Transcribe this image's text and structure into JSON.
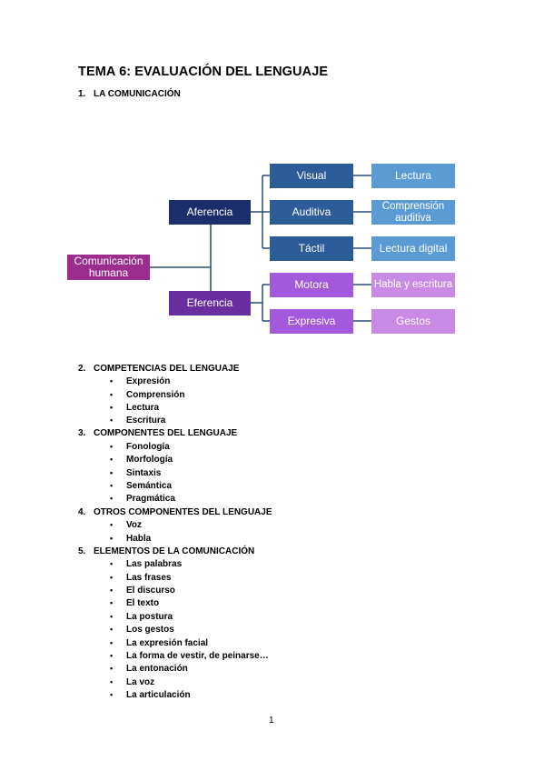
{
  "title": "TEMA 6: EVALUACIÓN DEL LENGUAJE",
  "section1": {
    "num": "1.",
    "label": "LA COMUNICACIÓN"
  },
  "diagram": {
    "root": "Comunicación humana",
    "afferent": "Aferencia",
    "efferent": "Eferencia",
    "visual": "Visual",
    "auditiva": "Auditiva",
    "tactil": "Táctil",
    "motora": "Motora",
    "expresiva": "Expresiva",
    "lectura": "Lectura",
    "comprension_auditiva": "Comprensión auditiva",
    "lectura_digital": "Lectura digital",
    "habla_escritura": "Habla y escritura",
    "gestos": "Gestos",
    "colors": {
      "root": "#9b2d8e",
      "aferencia": "#1a2e6b",
      "sense": "#2d5c9b",
      "output": "#5b9bd5",
      "eferencia": "#6a2ea0",
      "motor": "#a259dc",
      "motor_out": "#c98ae6",
      "line": "#2b4b6f"
    }
  },
  "sections": [
    {
      "num": "2.",
      "label": "COMPETENCIAS DEL LENGUAJE",
      "items": [
        "Expresión",
        "Comprensión",
        "Lectura",
        "Escritura"
      ]
    },
    {
      "num": "3.",
      "label": "COMPONENTES DEL LENGUAJE",
      "items": [
        "Fonología",
        "Morfología",
        "Sintaxis",
        "Semántica",
        "Pragmática"
      ]
    },
    {
      "num": "4.",
      "label": "OTROS COMPONENTES DEL LENGUAJE",
      "items": [
        "Voz",
        "Habla"
      ]
    },
    {
      "num": "5.",
      "label": "ELEMENTOS DE LA COMUNICACIÓN",
      "items": [
        "Las palabras",
        "Las frases",
        "El discurso",
        "El texto",
        "La postura",
        "Los gestos",
        "La expresión facial",
        "La forma de vestir, de peinarse…",
        "La entonación",
        "La voz",
        "La articulación"
      ]
    }
  ],
  "bullet": "•",
  "page_number": "1"
}
